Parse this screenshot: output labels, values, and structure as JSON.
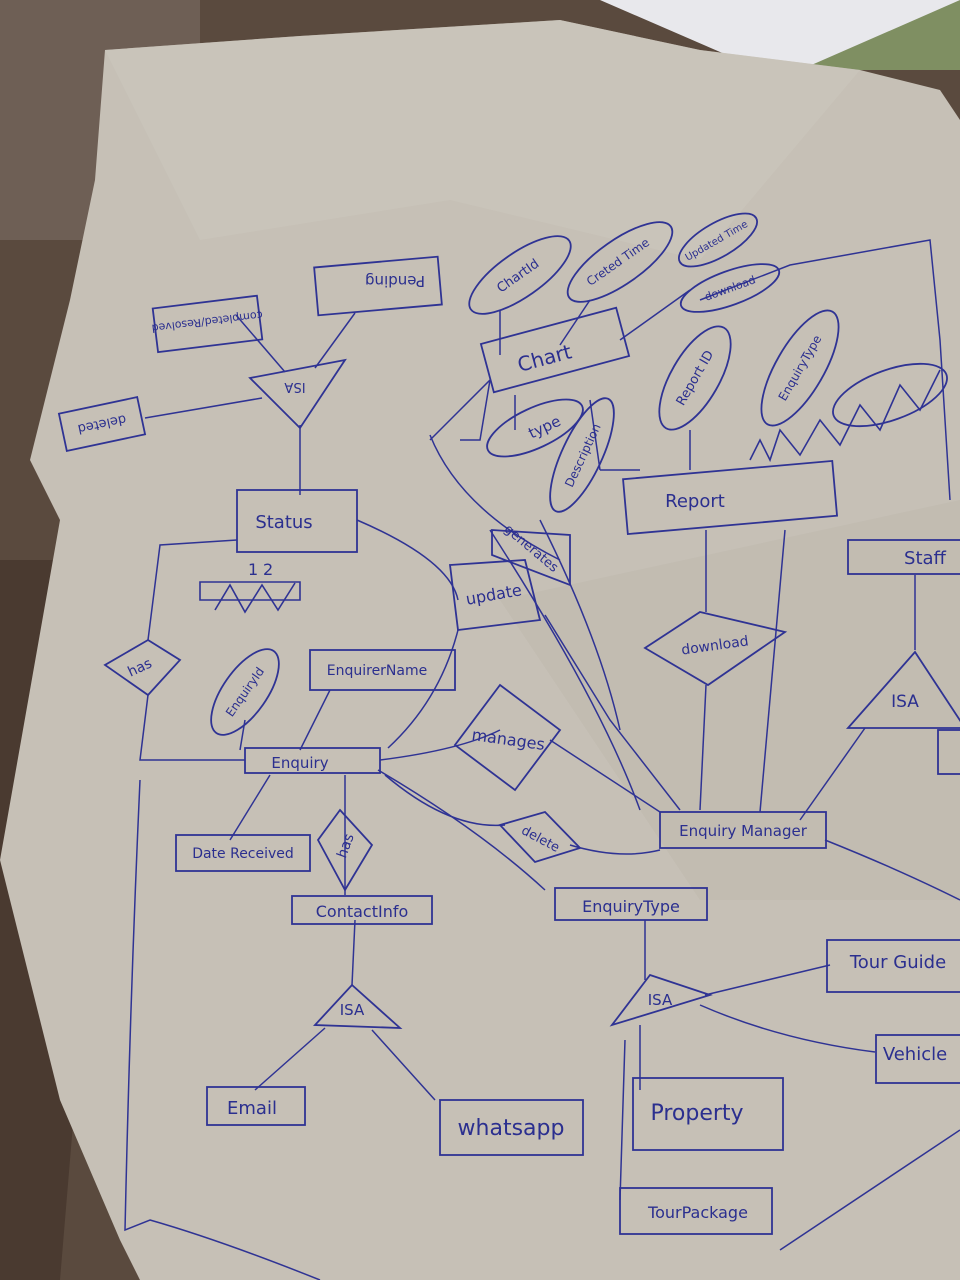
{
  "colors": {
    "ink": "#2f3394",
    "paper": "#c9c3b8",
    "background": "#5a4a3e"
  },
  "entities": {
    "status": "Status",
    "enquiry": "Enquiry",
    "contact_info": "ContactInfo",
    "email": "Email",
    "whatsapp": "whatsapp",
    "enquiry_type": "EnquiryType",
    "property": "Property",
    "tour_package": "TourPackage",
    "tour_guide": "Tour Guide",
    "vehicle": "Vehicle",
    "enquiry_manager": "Enquiry Manager",
    "staff": "Staff",
    "report": "Report",
    "chart": "Chart",
    "pending": "Pending",
    "completed_resolved": "completed/Resolved",
    "deleted": "deleted"
  },
  "relationships": {
    "has_status": "has",
    "has_contact": "has",
    "update": "update",
    "generates": "generates",
    "manages": "manages",
    "delete": "delete",
    "download_report": "download"
  },
  "specializations": {
    "status_isa": "ISA",
    "contact_isa": "ISA",
    "type_isa": "ISA",
    "staff_isa": "ISA"
  },
  "attributes": {
    "enquiry_id": "EnquiryId",
    "enquirer_name": "EnquirerName",
    "date_received": "Date Received",
    "chart_id": "ChartId",
    "created_time": "Creted Time",
    "updated_time": "Updated Time",
    "chart_download": "download",
    "chart_type": "type",
    "description": "Description",
    "report_id": "Report ID",
    "enquiry_type_attr": "EnquiryType"
  },
  "cardinality": {
    "status_side": "1",
    "enquiry_side": "2"
  }
}
